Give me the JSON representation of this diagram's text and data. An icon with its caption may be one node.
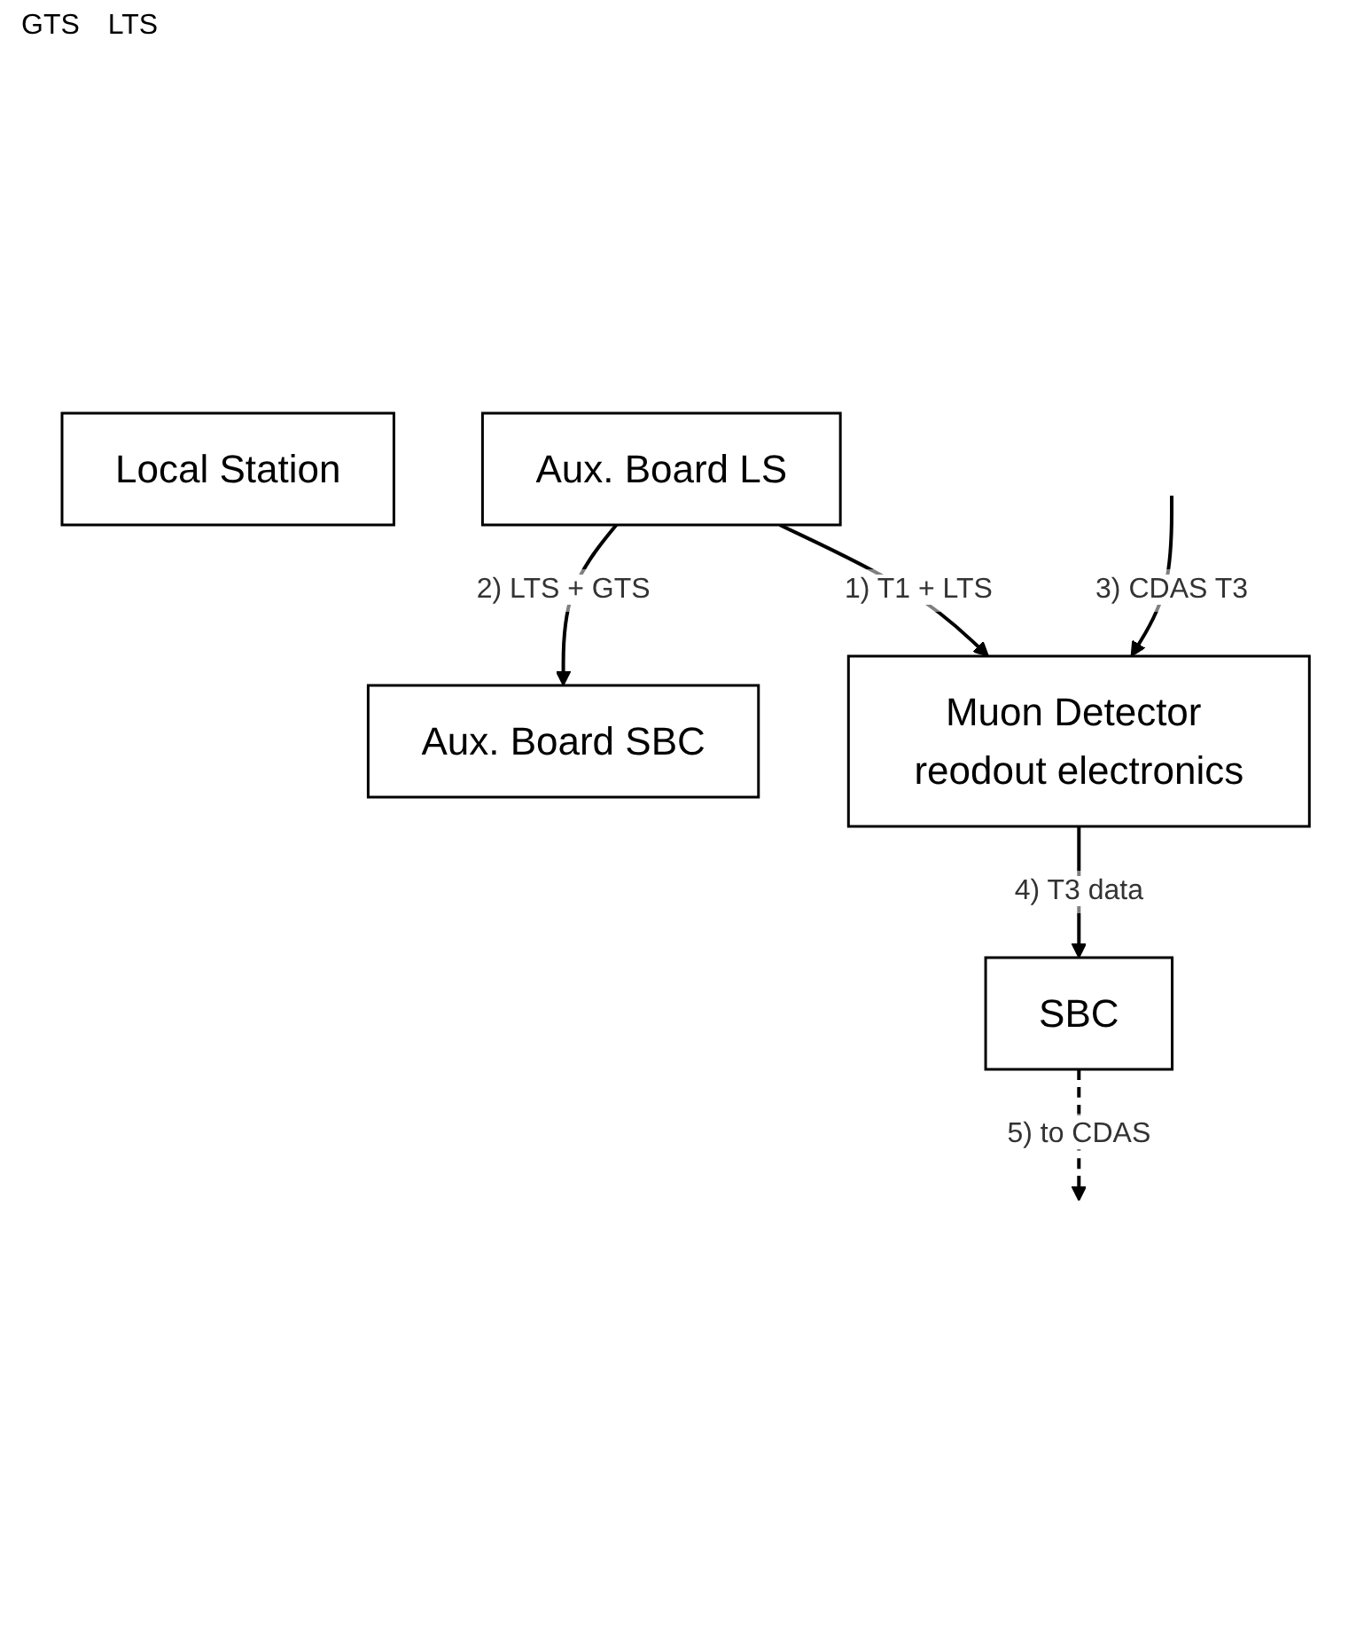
{
  "diagram": {
    "nodes": [
      {
        "text": [
          "Local Station"
        ]
      },
      {
        "text": [
          "Aux. Board LS"
        ]
      },
      {
        "text": [
          "Aux. Board SBC"
        ]
      },
      {
        "text": [
          "SBC"
        ]
      },
      {
        "text": [
          "Muon Detector reodout electronics"
        ]
      }
    ],
    "edges": [
      {
        "from": 1,
        "to": 2,
        "arrow": "to",
        "label": "2) LTS + GTS"
      },
      {
        "from": 1,
        "to": 4,
        "arrow": "to",
        "label": "1) T1 + LTS"
      },
      {
        "from": null,
        "to": 4,
        "arrow": "to",
        "label": "3) CDAS T3"
      },
      {
        "from": 4,
        "to": 3,
        "arrow": "to",
        "label": "4) T3 data"
      },
      {
        "from": 3,
        "to": null,
        "arrow": "to",
        "label": "5) to CDAS",
        "style": "dashed"
      }
    ],
    "labels": [
      "GTS",
      "LTS"
    ]
  }
}
